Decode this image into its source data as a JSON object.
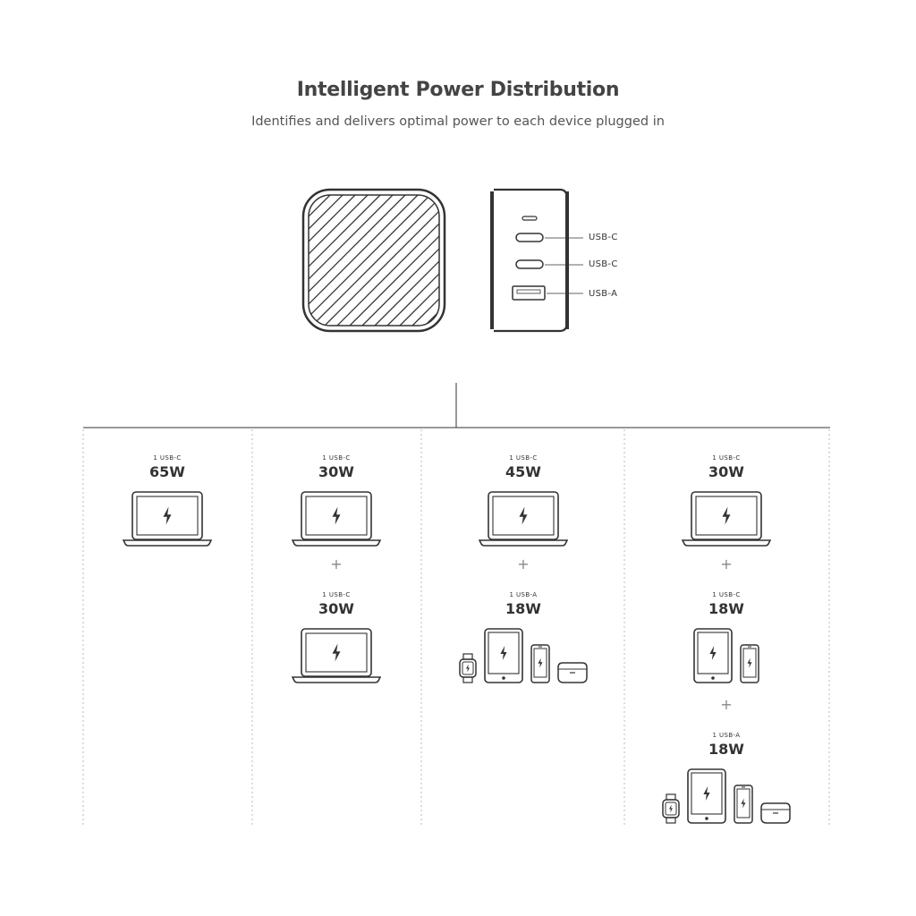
{
  "header": {
    "title": "Intelligent Power Distribution",
    "subtitle": "Identifies and delivers optimal power to each device plugged in"
  },
  "charger": {
    "ports": [
      {
        "label": "USB-C"
      },
      {
        "label": "USB-C"
      },
      {
        "label": "USB-A"
      }
    ]
  },
  "columns": [
    {
      "groups": [
        {
          "port": "1 USB-C",
          "watts": "65W",
          "devices": [
            "laptop-icon"
          ]
        }
      ]
    },
    {
      "groups": [
        {
          "port": "1 USB-C",
          "watts": "30W",
          "devices": [
            "laptop-icon"
          ]
        },
        {
          "port": "1 USB-C",
          "watts": "30W",
          "devices": [
            "laptop-icon"
          ]
        }
      ]
    },
    {
      "groups": [
        {
          "port": "1 USB-C",
          "watts": "45W",
          "devices": [
            "laptop-icon"
          ]
        },
        {
          "port": "1 USB-A",
          "watts": "18W",
          "devices": [
            "watch-icon",
            "tablet-icon",
            "phone-icon",
            "earbuds-case-icon"
          ]
        }
      ]
    },
    {
      "groups": [
        {
          "port": "1 USB-C",
          "watts": "30W",
          "devices": [
            "laptop-icon"
          ]
        },
        {
          "port": "1 USB-C",
          "watts": "18W",
          "devices": [
            "tablet-icon",
            "phone-icon"
          ]
        },
        {
          "port": "1 USB-A",
          "watts": "18W",
          "devices": [
            "watch-icon",
            "tablet-icon",
            "phone-icon",
            "earbuds-case-icon"
          ]
        }
      ]
    }
  ],
  "plus_symbol": "+",
  "colors": {
    "stroke": "#333333",
    "divider": "#bbbbbb",
    "plus": "#888888"
  }
}
